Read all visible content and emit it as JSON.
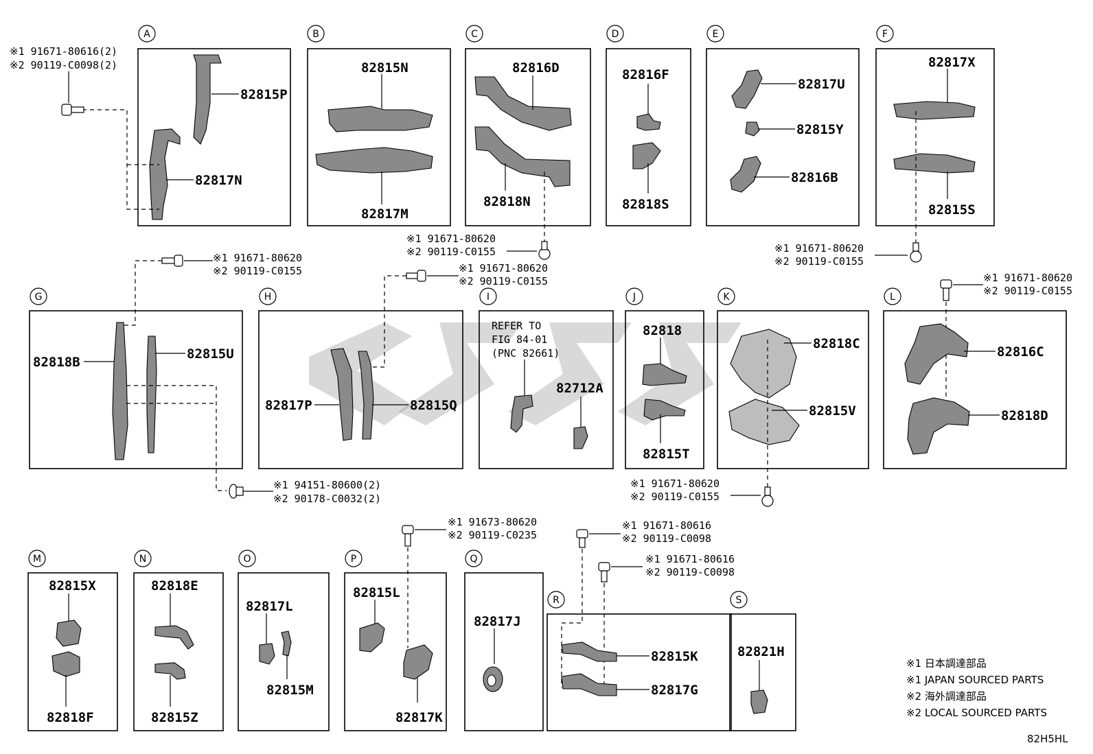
{
  "sections": [
    {
      "letter": "A"
    },
    {
      "letter": "B"
    },
    {
      "letter": "C"
    },
    {
      "letter": "D"
    },
    {
      "letter": "E"
    },
    {
      "letter": "F"
    },
    {
      "letter": "G"
    },
    {
      "letter": "H"
    },
    {
      "letter": "I"
    },
    {
      "letter": "J"
    },
    {
      "letter": "K"
    },
    {
      "letter": "L"
    },
    {
      "letter": "M"
    },
    {
      "letter": "N"
    },
    {
      "letter": "O"
    },
    {
      "letter": "P"
    },
    {
      "letter": "Q"
    },
    {
      "letter": "R"
    },
    {
      "letter": "S"
    }
  ],
  "parts": {
    "p82815P": "82815P",
    "p82817N": "82817N",
    "p82815N": "82815N",
    "p82817M": "82817M",
    "p82816D": "82816D",
    "p82818N": "82818N",
    "p82816F": "82816F",
    "p82818S": "82818S",
    "p82817U": "82817U",
    "p82815Y": "82815Y",
    "p82816B": "82816B",
    "p82817X": "82817X",
    "p82815S": "82815S",
    "p82818B": "82818B",
    "p82815U": "82815U",
    "p82817P": "82817P",
    "p82815Q": "82815Q",
    "p82712A": "82712A",
    "p82818": "82818",
    "p82815T": "82815T",
    "p82818C": "82818C",
    "p82815V": "82815V",
    "p82816C": "82816C",
    "p82818D": "82818D",
    "p82815X": "82815X",
    "p82818F": "82818F",
    "p82818E": "82818E",
    "p82815Z": "82815Z",
    "p82817L": "82817L",
    "p82815M": "82815M",
    "p82815L": "82815L",
    "p82817K": "82817K",
    "p82817J": "82817J",
    "p82815K": "82815K",
    "p82817G": "82817G",
    "p82821H": "82821H"
  },
  "fasteners": {
    "a1": "※1 91671-80616(2)",
    "a2": "※2 90119-C0098(2)",
    "c1": "※1 91671-80620",
    "c2": "※2 90119-C0155",
    "f1": "※1 91671-80620",
    "f2": "※2 90119-C0155",
    "g1": "※1 91671-80620",
    "g2": "※2 90119-C0155",
    "g3": "※1 94151-80600(2)",
    "g4": "※2 90178-C0032(2)",
    "h1": "※1 91671-80620",
    "h2": "※2 90119-C0155",
    "k1": "※1 91671-80620",
    "k2": "※2 90119-C0155",
    "l1": "※1 91671-80620",
    "l2": "※2 90119-C0155",
    "p1": "※1 91673-80620",
    "p2": "※2 90119-C0235",
    "r1": "※1 91671-80616",
    "r2": "※2 90119-C0098",
    "r3": "※1 91671-80616",
    "r4": "※2 90119-C0098"
  },
  "refer": {
    "line1": "REFER TO",
    "line2": "FIG 84-01",
    "line3": "(PNC 82661)"
  },
  "legend": [
    "※1 日本調達部品",
    "※1 JAPAN SOURCED PARTS",
    "※2 海外調達部品",
    "※2 LOCAL SOURCED PARTS"
  ],
  "figure_code": "82H5HL",
  "colors": {
    "line": "#000000",
    "part_fill": "#8a8a8a",
    "watermark": "#9a9a9a"
  }
}
